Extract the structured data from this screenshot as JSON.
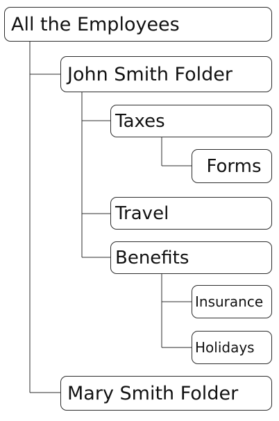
{
  "tree": {
    "root": {
      "label": "All the Employees"
    },
    "john": {
      "label": "John Smith Folder",
      "taxes": {
        "label": "Taxes",
        "forms": {
          "label": "Forms"
        }
      },
      "travel": {
        "label": "Travel"
      },
      "benefits": {
        "label": "Benefits",
        "insurance": {
          "label": "Insurance"
        },
        "holidays": {
          "label": "Holidays"
        }
      }
    },
    "mary": {
      "label": "Mary Smith Folder"
    }
  },
  "colors": {
    "line": "#2b2b2b",
    "text": "#111111",
    "background": "#ffffff"
  }
}
